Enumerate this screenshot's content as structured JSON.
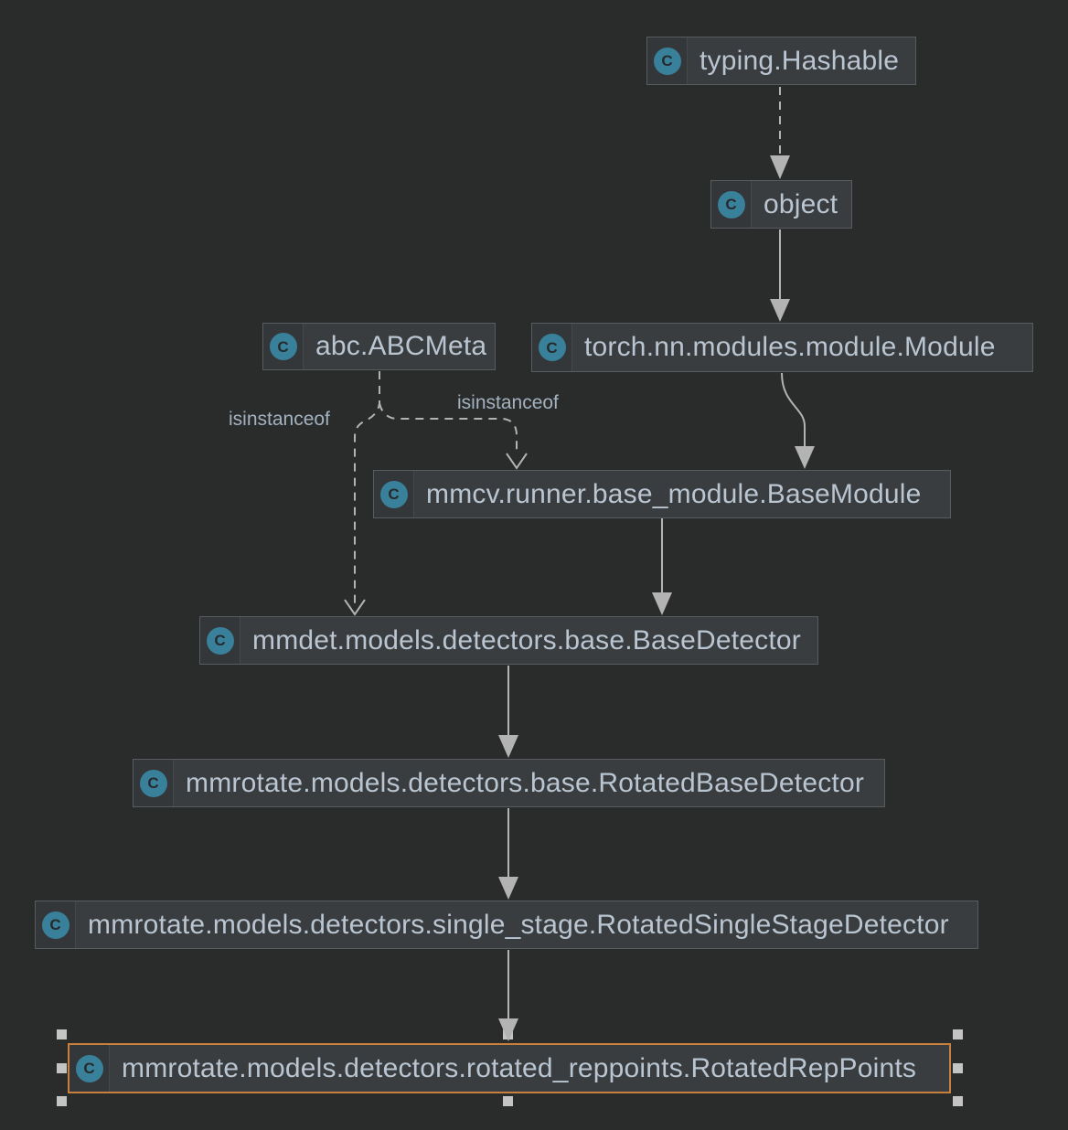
{
  "diagram": {
    "type": "uml-class-inheritance",
    "colors": {
      "background": "#2a2b2b",
      "node_background": "#3a3d3f",
      "node_border": "#595c5e",
      "icon_panel_background": "#343739",
      "label_text": "#b9c5d1",
      "edge": "#b3b3b3",
      "class_icon_fill": "#39809a",
      "class_icon_letter": "#262a2d",
      "selection_border": "#c8803f",
      "selection_handle": "#c4c4c4"
    },
    "class_icon": {
      "name": "class-icon",
      "letter": "C"
    },
    "nodes": [
      {
        "id": "typing-hashable",
        "label": "typing.Hashable",
        "selected": false
      },
      {
        "id": "object",
        "label": "object",
        "selected": false
      },
      {
        "id": "abc-abcmeta",
        "label": "abc.ABCMeta",
        "selected": false
      },
      {
        "id": "torch-module",
        "label": "torch.nn.modules.module.Module",
        "selected": false
      },
      {
        "id": "mmcv-basemodule",
        "label": "mmcv.runner.base_module.BaseModule",
        "selected": false
      },
      {
        "id": "mmdet-basedetector",
        "label": "mmdet.models.detectors.base.BaseDetector",
        "selected": false
      },
      {
        "id": "rotated-basedetector",
        "label": "mmrotate.models.detectors.base.RotatedBaseDetector",
        "selected": false
      },
      {
        "id": "rotated-singlestage",
        "label": "mmrotate.models.detectors.single_stage.RotatedSingleStageDetector",
        "selected": false
      },
      {
        "id": "rotated-reppoints",
        "label": "mmrotate.models.detectors.rotated_reppoints.RotatedRepPoints",
        "selected": true
      }
    ],
    "edges": [
      {
        "from": "typing.Hashable",
        "to": "object",
        "style": "dashed",
        "arrowhead": "filled",
        "label": ""
      },
      {
        "from": "object",
        "to": "torch.nn.modules.module.Module",
        "style": "solid",
        "arrowhead": "filled",
        "label": ""
      },
      {
        "from": "torch.nn.modules.module.Module",
        "to": "mmcv.runner.base_module.BaseModule",
        "style": "solid",
        "arrowhead": "filled",
        "label": ""
      },
      {
        "from": "abc.ABCMeta",
        "to": "mmcv.runner.base_module.BaseModule",
        "style": "dashed",
        "arrowhead": "open",
        "label": "isinstanceof"
      },
      {
        "from": "abc.ABCMeta",
        "to": "mmdet.models.detectors.base.BaseDetector",
        "style": "dashed",
        "arrowhead": "open",
        "label": "isinstanceof"
      },
      {
        "from": "mmcv.runner.base_module.BaseModule",
        "to": "mmdet.models.detectors.base.BaseDetector",
        "style": "solid",
        "arrowhead": "filled",
        "label": ""
      },
      {
        "from": "mmdet.models.detectors.base.BaseDetector",
        "to": "mmrotate.models.detectors.base.RotatedBaseDetector",
        "style": "solid",
        "arrowhead": "filled",
        "label": ""
      },
      {
        "from": "mmrotate.models.detectors.base.RotatedBaseDetector",
        "to": "mmrotate.models.detectors.single_stage.RotatedSingleStageDetector",
        "style": "solid",
        "arrowhead": "filled",
        "label": ""
      },
      {
        "from": "mmrotate.models.detectors.single_stage.RotatedSingleStageDetector",
        "to": "mmrotate.models.detectors.rotated_reppoints.RotatedRepPoints",
        "style": "solid",
        "arrowhead": "filled",
        "label": ""
      }
    ]
  }
}
